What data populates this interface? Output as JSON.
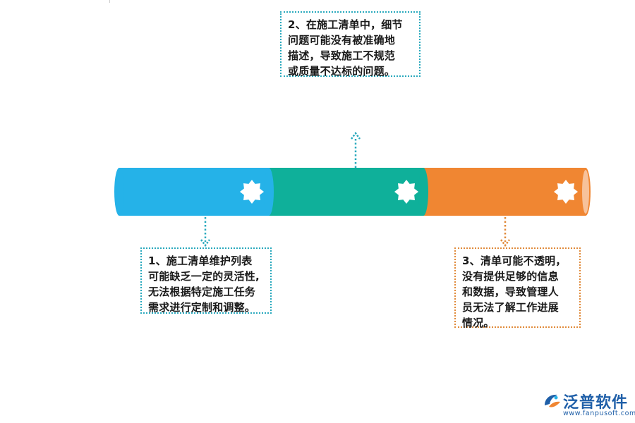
{
  "callouts": [
    {
      "lines": [
        "1、施工清单维护列表",
        "可能缺乏一定的灵活性,",
        "无法根据特定施工任务",
        "需求进行定制和调整。"
      ]
    },
    {
      "lines": [
        "2、在施工清单中，细节",
        "问题可能没有被准确地",
        "描述，导致施工不规范",
        "或质量不达标的问题。"
      ]
    },
    {
      "lines": [
        "3、清单可能不透明，",
        "没有提供足够的信息",
        "和数据，导致管理人",
        "员无法了解工作进展",
        "情况。"
      ]
    }
  ],
  "colors": {
    "segment_blue": "#25b2e8",
    "segment_green": "#0fb09a",
    "segment_orange": "#f08632",
    "callout_border_teal": "#29a9bd",
    "callout_border_orange": "#e08a3a",
    "logo_blue": "#1f5fa8"
  },
  "icons": [
    "star-burst-icon",
    "star-burst-icon",
    "star-burst-icon",
    "fanpu-logo-icon"
  ],
  "logo": {
    "name": "泛普软件",
    "url": "www.fanpusoft.com"
  }
}
